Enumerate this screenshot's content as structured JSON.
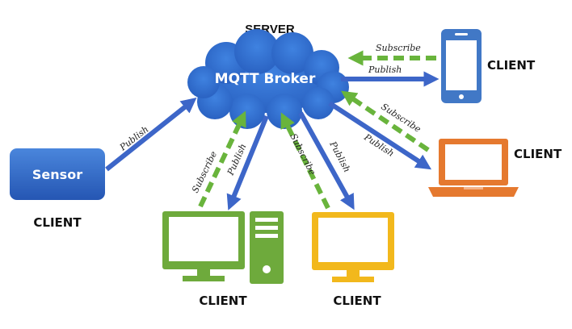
{
  "server_label": "SERVER",
  "broker_label": "MQTT Broker",
  "sensor_label": "Sensor",
  "client_label": "CLIENT",
  "publish_label": "Publish",
  "subscribe_label": "Subscribe",
  "colors": {
    "cloud": "#2f6fd1",
    "publish_arrow": "#3d66c8",
    "subscribe_arrow": "#69b43c",
    "sensor": "#2f66c4",
    "phone": "#4178c6",
    "laptop": "#e5792f",
    "desktop": "#6eaa3c",
    "monitor_yellow": "#f2b81c"
  }
}
